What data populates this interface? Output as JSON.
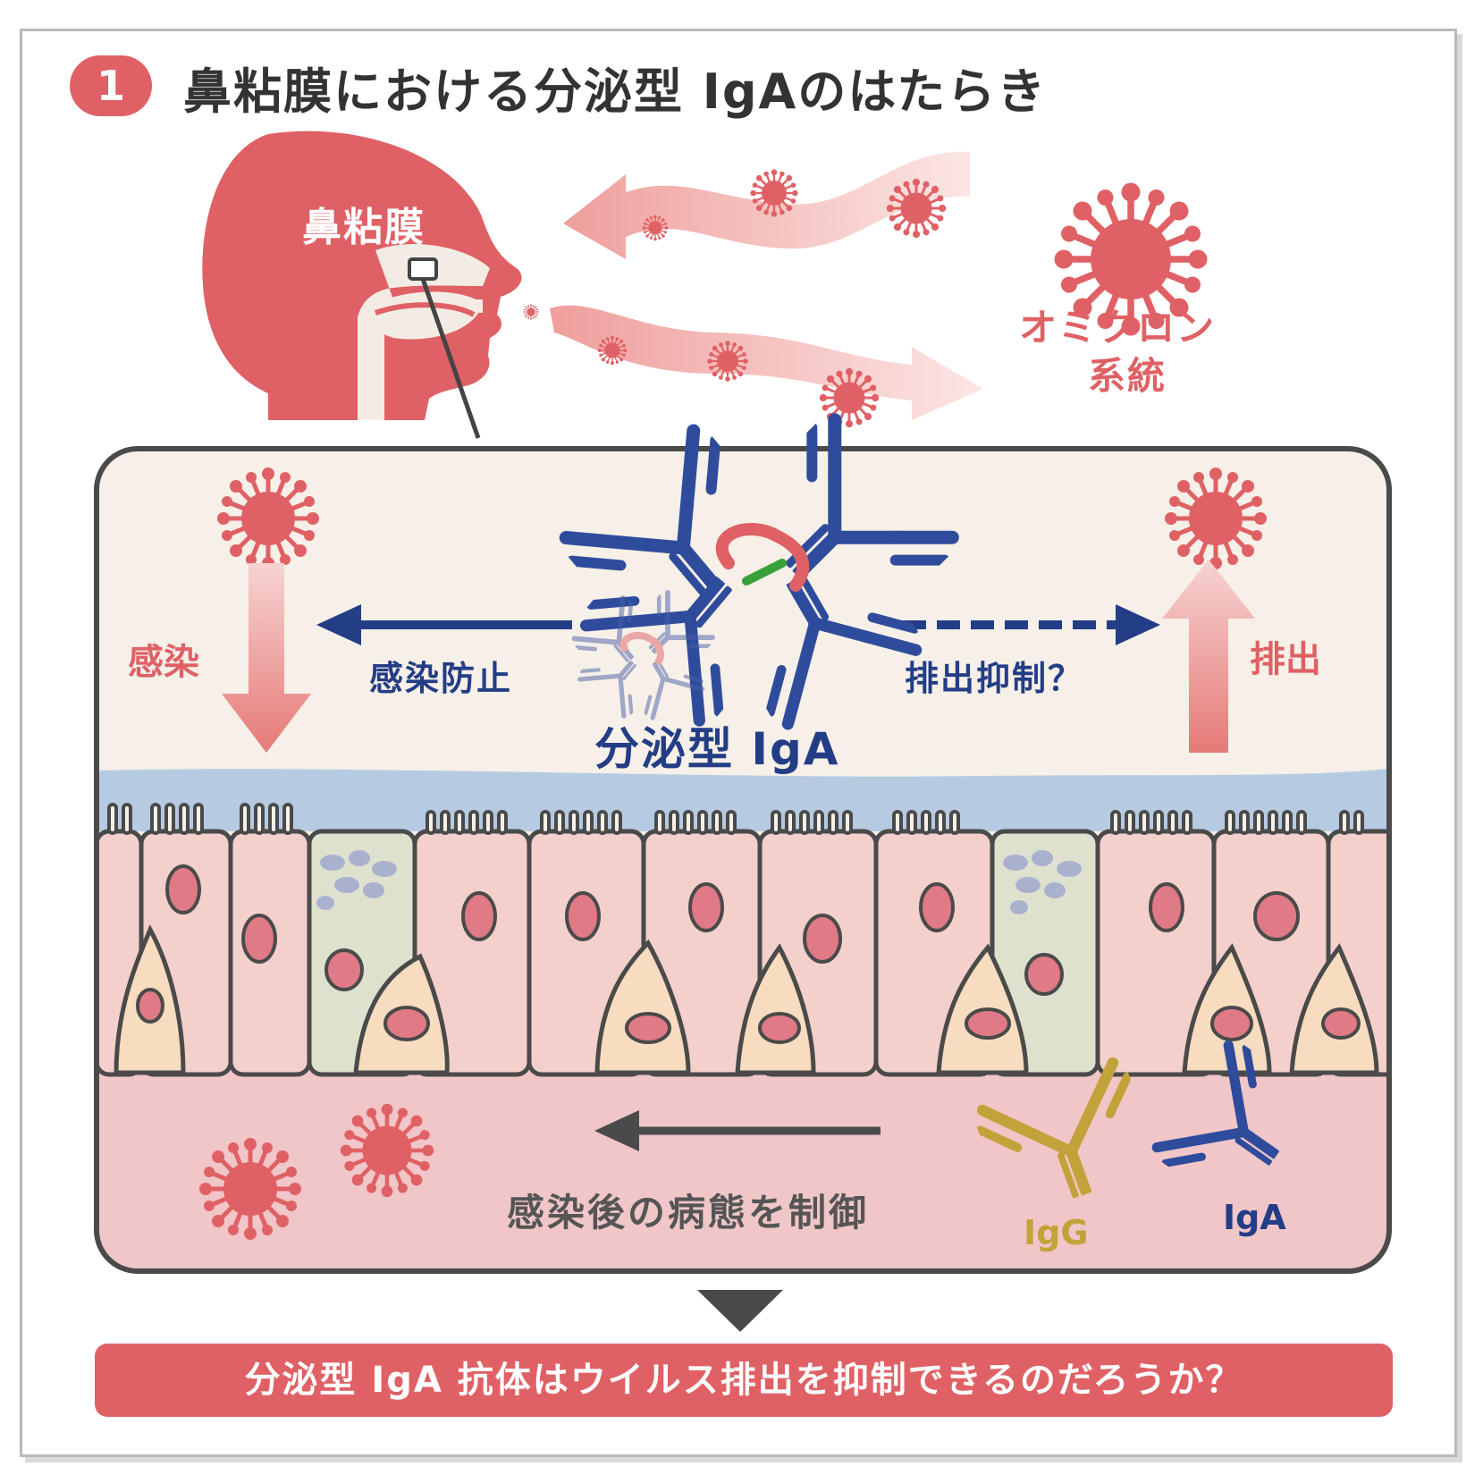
{
  "header": {
    "badge_number": "1",
    "title": "鼻粘膜における分泌型 IgAのはたらき"
  },
  "illustration": {
    "head_label": "鼻粘膜",
    "virus_label_line1": "オミクロン",
    "virus_label_line2": "系統",
    "infection_label": "感染",
    "excretion_label": "排出",
    "prevention_label": "感染防止",
    "suppression_label": "排出抑制？",
    "secretory_iga_label": "分泌型 IgA",
    "post_infection_label": "感染後の病態を制御",
    "igg_label": "IgG",
    "iga_label": "IgA"
  },
  "footer": {
    "question": "分泌型 IgA 抗体はウイルス排出を抑制できるのだろうか？"
  },
  "colors": {
    "accent_red": "#e06165",
    "navy": "#233d86",
    "igg_gold": "#c2a23a",
    "mucus_blue": "#b6cbe2",
    "tissue_pink": "#f1c6c8"
  }
}
